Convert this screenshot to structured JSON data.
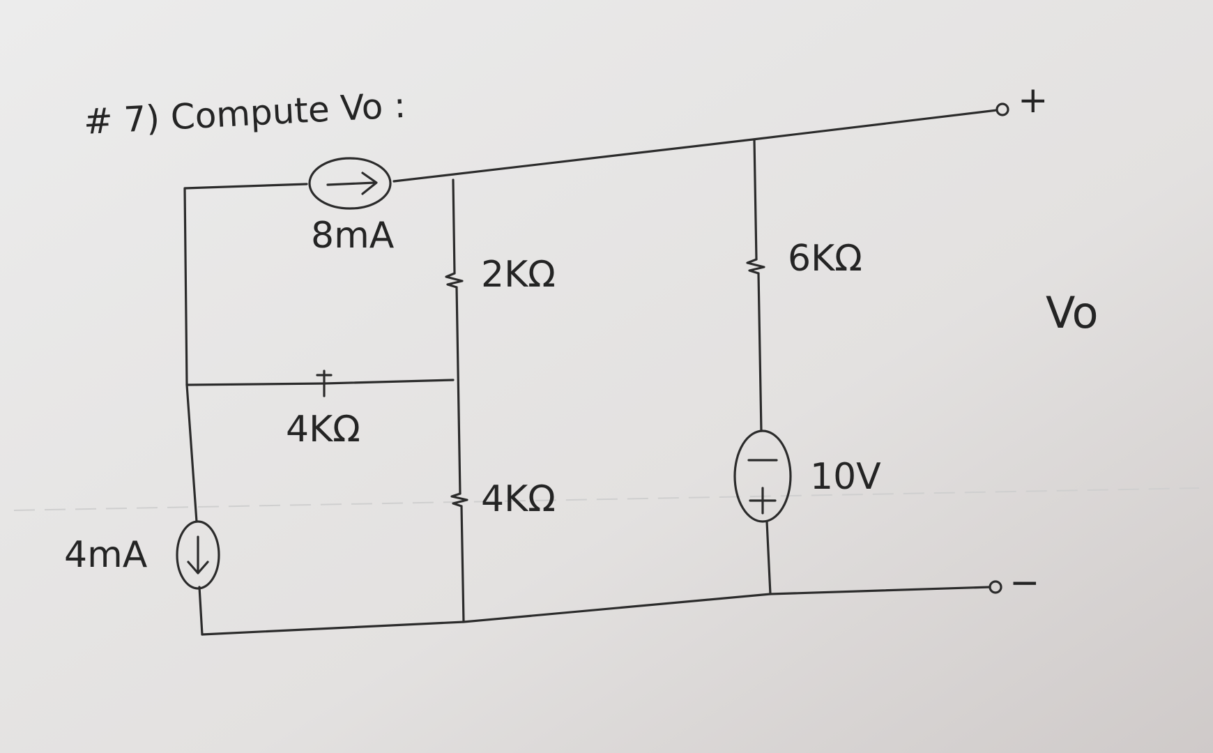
{
  "diagram": {
    "title": "# 7) Compute Vo :",
    "sources": {
      "current_top": {
        "label": "8mA"
      },
      "current_left": {
        "label": "4mA"
      },
      "voltage": {
        "label": "10V"
      }
    },
    "resistors": {
      "r_2k": {
        "label": "2KΩ"
      },
      "r_4k_horizontal": {
        "label": "4KΩ"
      },
      "r_4k_vertical": {
        "label": "4KΩ"
      },
      "r_6k": {
        "label": "6KΩ"
      }
    },
    "terminals": {
      "plus": "+",
      "minus": "−",
      "output_label": "Vo"
    }
  }
}
